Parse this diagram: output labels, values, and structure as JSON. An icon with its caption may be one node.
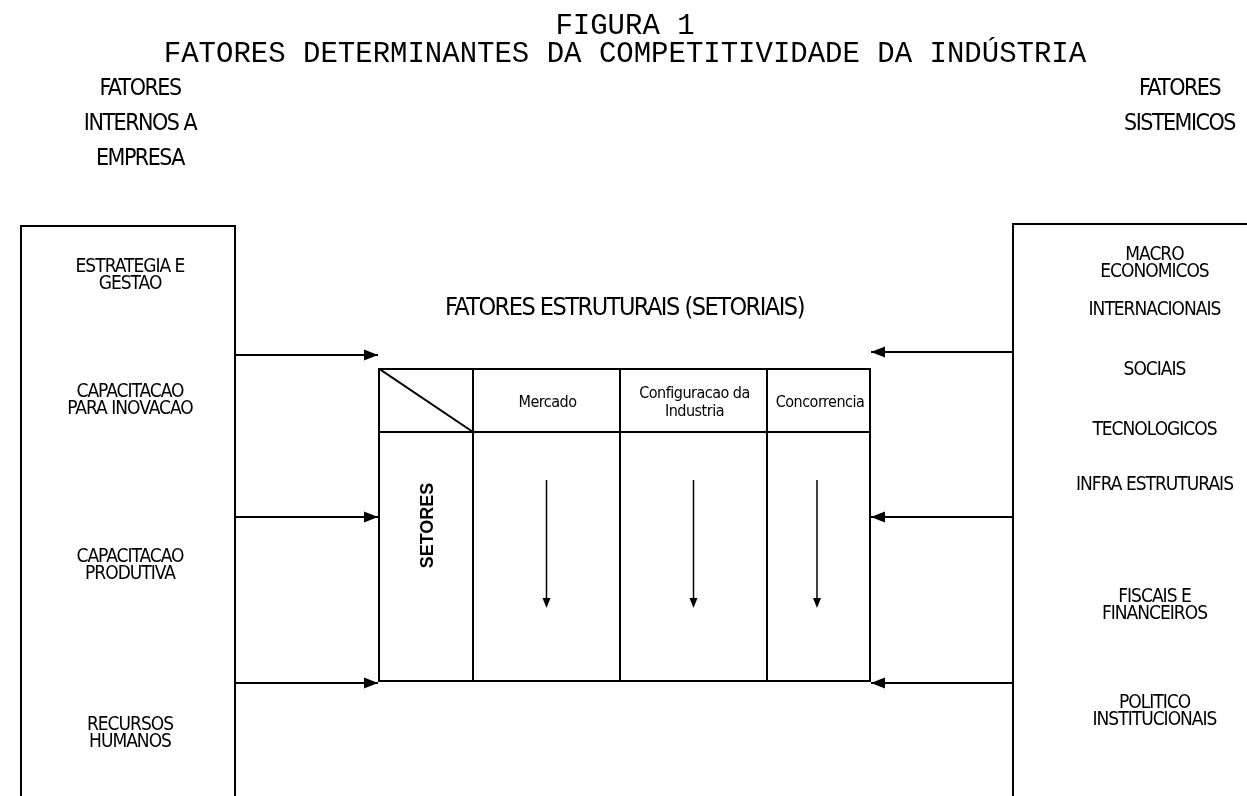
{
  "diagram": {
    "title": "FIGURA 1",
    "nodes": [
      {
        "text": [
          "FATORES INTERNOS A EMPRESA",
          "ESTRATEGIA E GESTAO",
          "CAPACITACAO PARA INOVACAO",
          "CAPACITACAO PRODUTIVA",
          "RECURSOS HUMANOS"
        ]
      },
      {
        "text": [
          "FATORES ESTRUTURAIS (SETORIAIS)"
        ]
      },
      {
        "text": [
          "FATORES SISTEMICOS",
          "MACRO ECONOMICOS",
          "INTERNACIONAIS",
          "SOCIAIS",
          "TECNOLOGICOS",
          "INFRA ESTRUTURAIS",
          "FISCAIS E FINANCEIROS",
          "POLITICO INSTITUCIONAIS"
        ]
      }
    ],
    "edges": [
      {
        "from": 0,
        "to": 1,
        "arrow": "to"
      },
      {
        "from": 0,
        "to": 1,
        "arrow": "to"
      },
      {
        "from": 0,
        "to": 1,
        "arrow": "to"
      },
      {
        "from": 2,
        "to": 1,
        "arrow": "to"
      },
      {
        "from": 2,
        "to": 1,
        "arrow": "to"
      },
      {
        "from": 2,
        "to": 1,
        "arrow": "to"
      }
    ],
    "labels": [
      "FATORES DETERMINANTES DA COMPETITIVIDADE DA INDÚSTRIA",
      "Mercado",
      "Configuracao da Industria",
      "Concorrencia",
      "SETORES"
    ]
  }
}
